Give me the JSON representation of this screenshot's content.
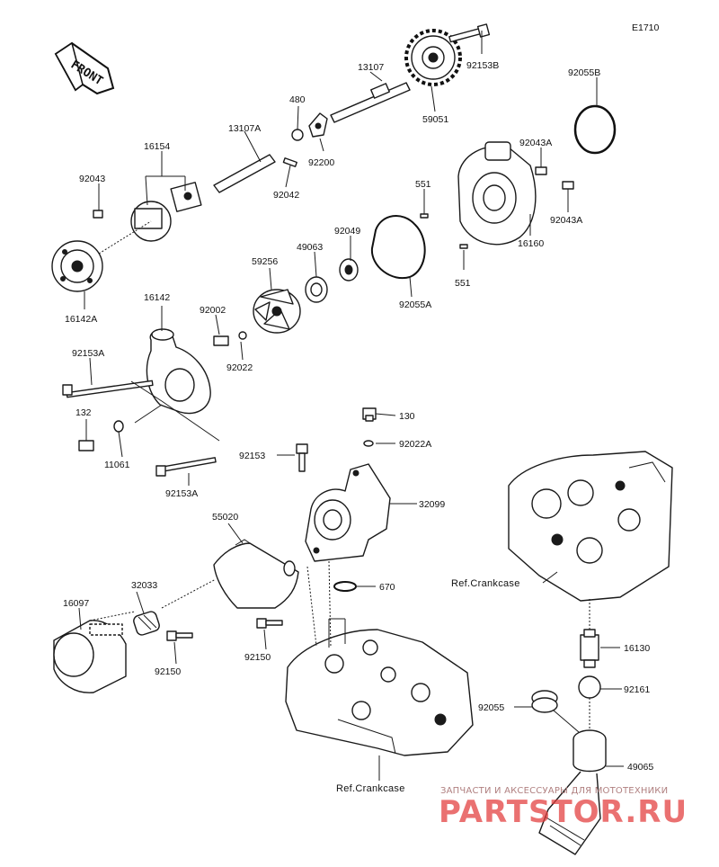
{
  "diagram_code": "E1710",
  "front_label": "FRONT",
  "parts": [
    {
      "id": "p13107",
      "number": "13107"
    },
    {
      "id": "p92153B",
      "number": "92153B"
    },
    {
      "id": "p92055B",
      "number": "92055B"
    },
    {
      "id": "p480",
      "number": "480"
    },
    {
      "id": "p59051",
      "number": "59051"
    },
    {
      "id": "p13107A",
      "number": "13107A"
    },
    {
      "id": "p92200",
      "number": "92200"
    },
    {
      "id": "p16154",
      "number": "16154"
    },
    {
      "id": "p92043A_top",
      "number": "92043A"
    },
    {
      "id": "p92043",
      "number": "92043"
    },
    {
      "id": "p92042",
      "number": "92042"
    },
    {
      "id": "p551_top",
      "number": "551"
    },
    {
      "id": "p92049",
      "number": "92049"
    },
    {
      "id": "p92043A_mid",
      "number": "92043A"
    },
    {
      "id": "p49063",
      "number": "49063"
    },
    {
      "id": "p16160",
      "number": "16160"
    },
    {
      "id": "p59256",
      "number": "59256"
    },
    {
      "id": "p16142A",
      "number": "16142A"
    },
    {
      "id": "p551_bot",
      "number": "551"
    },
    {
      "id": "p92055A",
      "number": "92055A"
    },
    {
      "id": "p16142",
      "number": "16142"
    },
    {
      "id": "p92002",
      "number": "92002"
    },
    {
      "id": "p92153A_top",
      "number": "92153A"
    },
    {
      "id": "p92022",
      "number": "92022"
    },
    {
      "id": "p132",
      "number": "132"
    },
    {
      "id": "p130",
      "number": "130"
    },
    {
      "id": "p11061",
      "number": "11061"
    },
    {
      "id": "p92022A",
      "number": "92022A"
    },
    {
      "id": "p92153",
      "number": "92153"
    },
    {
      "id": "p32099",
      "number": "32099"
    },
    {
      "id": "p92153A_bot",
      "number": "92153A"
    },
    {
      "id": "p55020",
      "number": "55020"
    },
    {
      "id": "p32033",
      "number": "32033"
    },
    {
      "id": "p670",
      "number": "670"
    },
    {
      "id": "p16097",
      "number": "16097"
    },
    {
      "id": "p16130",
      "number": "16130"
    },
    {
      "id": "p92150_left",
      "number": "92150"
    },
    {
      "id": "p92150_mid",
      "number": "92150"
    },
    {
      "id": "p92161",
      "number": "92161"
    },
    {
      "id": "p92055",
      "number": "92055"
    },
    {
      "id": "p49065",
      "number": "49065"
    }
  ],
  "ref_crankcase_upper": "Ref.Crankcase",
  "ref_crankcase_lower": "Ref.Crankcase",
  "watermark": {
    "tagline": "ЗАПЧАСТИ И АКСЕССУАРЫ ДЛЯ МОТОТЕХНИКИ",
    "brand": "PARTSTOR.RU"
  }
}
